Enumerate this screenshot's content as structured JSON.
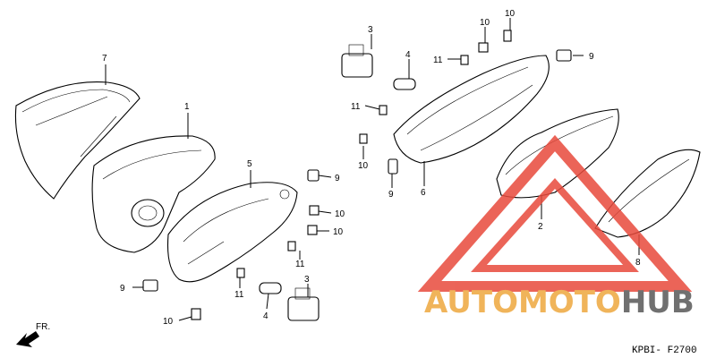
{
  "callouts": [
    "7",
    "1",
    "5",
    "3",
    "4",
    "11",
    "10",
    "9",
    "6",
    "2",
    "8"
  ],
  "diagram_code": "KPBI- F2700",
  "front_label": "FR.",
  "watermark": {
    "part1": "AUTOMOTO",
    "part2": "HUB",
    "color_orange": "#f0b45a",
    "color_gray": "#707070",
    "color_red": "#e84a3c"
  }
}
